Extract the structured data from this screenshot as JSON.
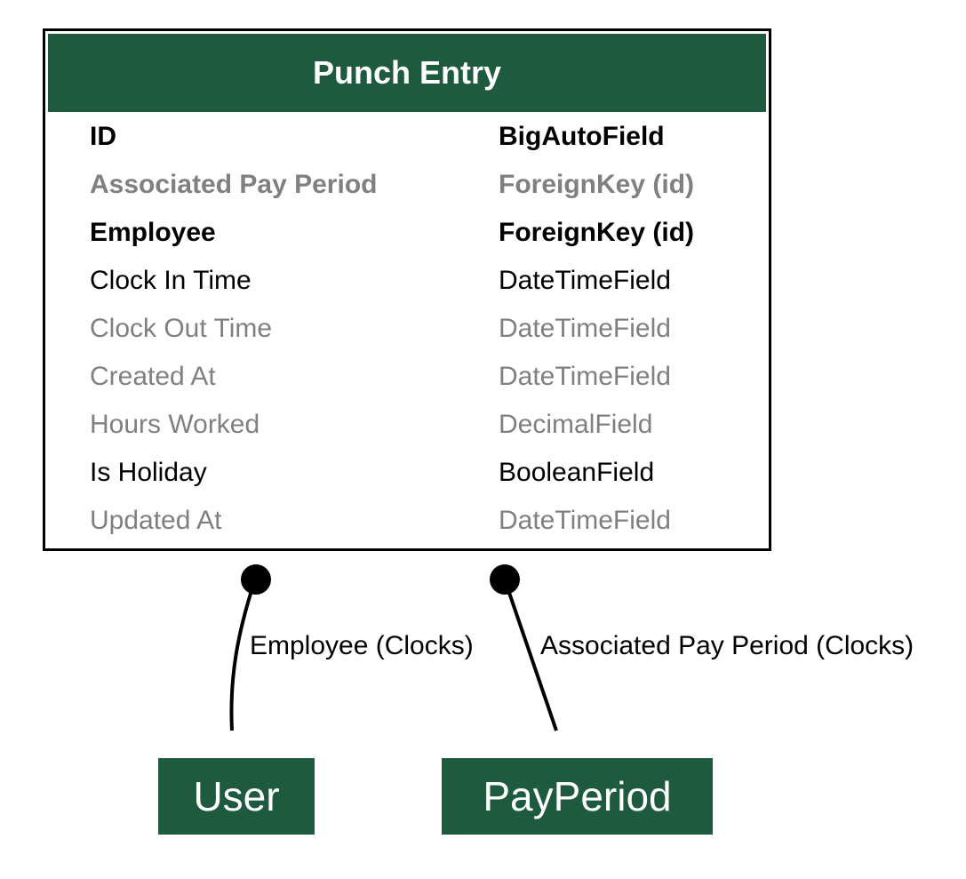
{
  "colors": {
    "header_fill": "#1e5a3e",
    "node_fill": "#1e5a3e",
    "nullable_text": "#808080",
    "required_text": "#000000"
  },
  "entity": {
    "title": "Punch Entry",
    "fields": [
      {
        "name": "ID",
        "type": "BigAutoField",
        "style": "bold"
      },
      {
        "name": "Associated Pay Period",
        "type": "ForeignKey (id)",
        "style": "bold dim"
      },
      {
        "name": "Employee",
        "type": "ForeignKey (id)",
        "style": "bold"
      },
      {
        "name": "Clock In Time",
        "type": "DateTimeField",
        "style": "normal"
      },
      {
        "name": "Clock Out Time",
        "type": "DateTimeField",
        "style": "dim"
      },
      {
        "name": "Created At",
        "type": "DateTimeField",
        "style": "dim"
      },
      {
        "name": "Hours Worked",
        "type": "DecimalField",
        "style": "dim"
      },
      {
        "name": "Is Holiday",
        "type": "BooleanField",
        "style": "normal"
      },
      {
        "name": "Updated At",
        "type": "DateTimeField",
        "style": "dim"
      }
    ]
  },
  "relations": [
    {
      "label": "Employee (Clocks)",
      "target": "User"
    },
    {
      "label": "Associated Pay Period (Clocks)",
      "target": "PayPeriod"
    }
  ]
}
